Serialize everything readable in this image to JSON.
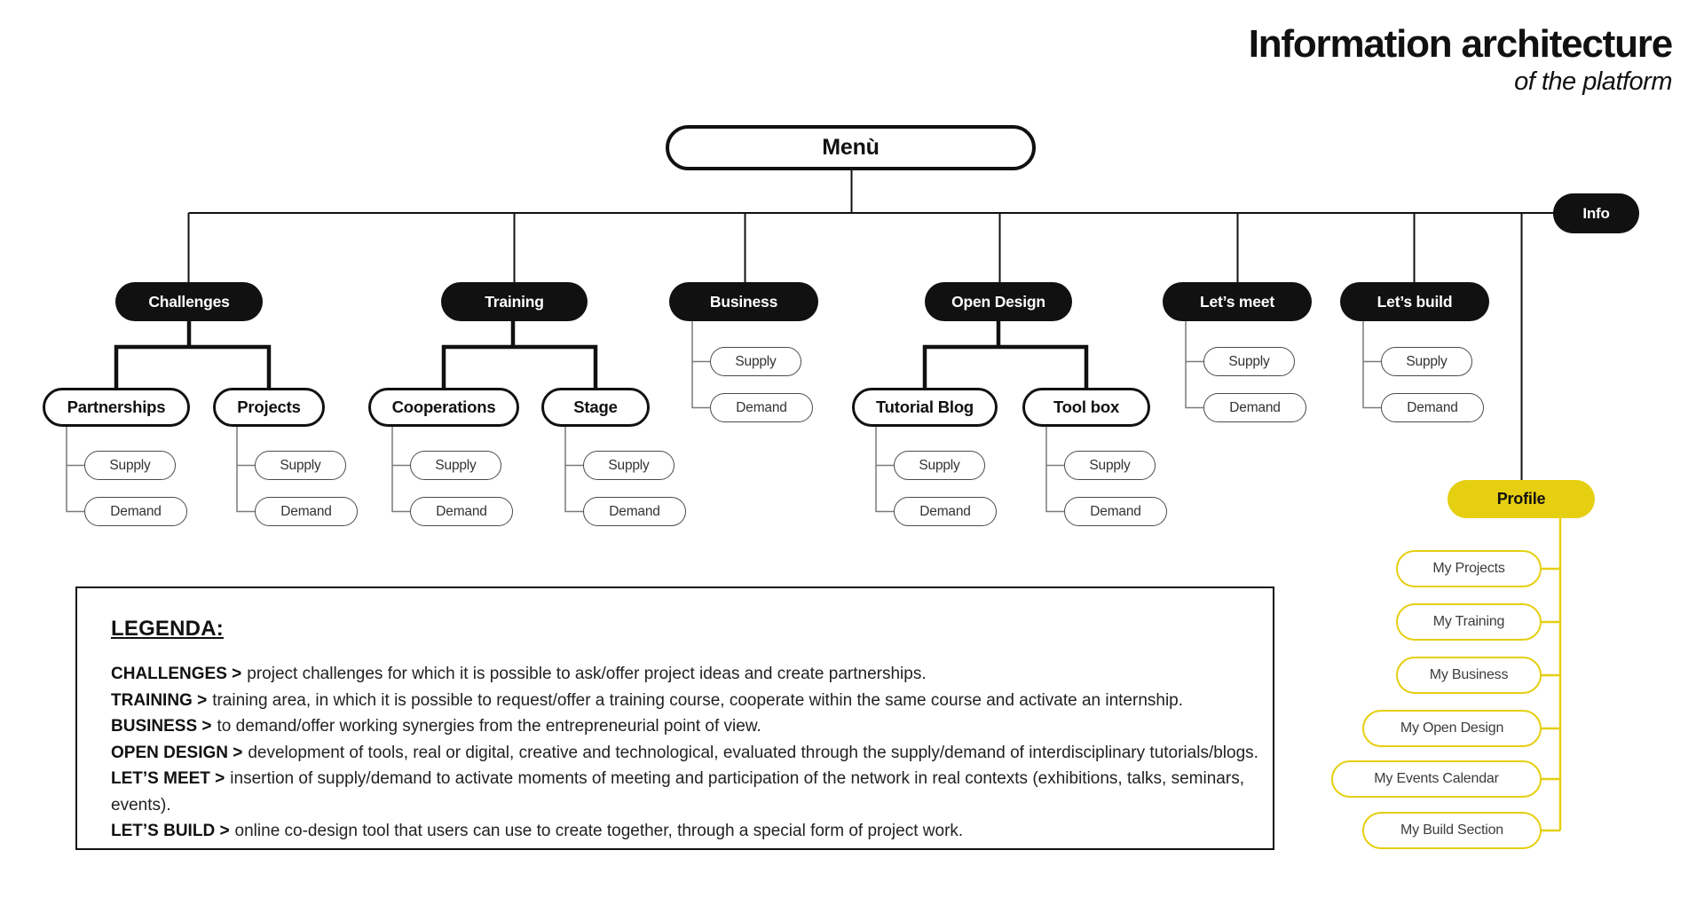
{
  "title": {
    "main": "Information architecture",
    "sub": "of the platform"
  },
  "menu": {
    "label": "Menù"
  },
  "info": {
    "label": "Info"
  },
  "sections": [
    {
      "label": "Challenges",
      "children": [
        {
          "label": "Partnerships",
          "leaves": [
            "Supply",
            "Demand"
          ]
        },
        {
          "label": "Projects",
          "leaves": [
            "Supply",
            "Demand"
          ]
        }
      ]
    },
    {
      "label": "Training",
      "children": [
        {
          "label": "Cooperations",
          "leaves": [
            "Supply",
            "Demand"
          ]
        },
        {
          "label": "Stage",
          "leaves": [
            "Supply",
            "Demand"
          ]
        }
      ]
    },
    {
      "label": "Business",
      "leaves": [
        "Supply",
        "Demand"
      ]
    },
    {
      "label": "Open Design",
      "children": [
        {
          "label": "Tutorial Blog",
          "leaves": [
            "Supply",
            "Demand"
          ]
        },
        {
          "label": "Tool box",
          "leaves": [
            "Supply",
            "Demand"
          ]
        }
      ]
    },
    {
      "label": "Let’s meet",
      "leaves": [
        "Supply",
        "Demand"
      ]
    },
    {
      "label": "Let’s build",
      "leaves": [
        "Supply",
        "Demand"
      ]
    }
  ],
  "profile": {
    "label": "Profile",
    "items": [
      "My Projects",
      "My Training",
      "My Business",
      "My Open Design",
      "My Events Calendar",
      "My Build Section"
    ]
  },
  "legend": {
    "title": "LEGENDA:",
    "entries": [
      {
        "term": "CHALLENGES >",
        "text": "project challenges for which it is possible to ask/offer project ideas and create partnerships."
      },
      {
        "term": "TRAINING >",
        "text": "training area, in which it is possible to request/offer a training course, cooperate within the same course and activate an internship."
      },
      {
        "term": "BUSINESS >",
        "text": "to demand/offer working synergies from the entrepreneurial point of view."
      },
      {
        "term": "OPEN DESIGN >",
        "text": "development of tools, real or digital, creative and technological, evaluated through the supply/demand of interdisciplinary tutorials/blogs."
      },
      {
        "term": "LET’S MEET >",
        "text": "insertion of supply/demand to activate moments of meeting and participation of the network in real contexts (exhibitions, talks, seminars, events)."
      },
      {
        "term": "LET’S BUILD >",
        "text": "online co-design tool that users can use to create together, through a special form of project work."
      }
    ]
  },
  "colors": {
    "accent_yellow": "#E5CF10",
    "node_black": "#111111"
  }
}
